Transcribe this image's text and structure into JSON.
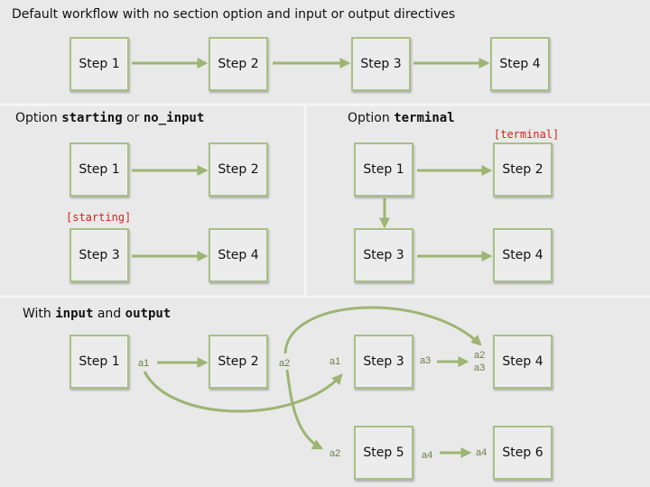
{
  "sections": {
    "default": {
      "title": "Default workflow with no section option and input or output directives"
    },
    "starting": {
      "pre": "Option ",
      "code1": "starting",
      "mid": " or ",
      "code2": "no_input",
      "tag": "[starting]"
    },
    "terminal": {
      "pre": "Option ",
      "code": "terminal",
      "tag": "[terminal]"
    },
    "io": {
      "pre": "With ",
      "code1": "input",
      "mid": " and ",
      "code2": "output"
    }
  },
  "steps": {
    "s1": "Step 1",
    "s2": "Step 2",
    "s3": "Step 3",
    "s4": "Step 4",
    "s5": "Step 5",
    "s6": "Step 6"
  },
  "vars": {
    "a1": "a1",
    "a2": "a2",
    "a3": "a3",
    "a4": "a4"
  },
  "colors": {
    "background": "#e9e9e9",
    "box_border": "#a9bf85",
    "arrow": "#9db573",
    "tag": "#d0231a",
    "variable": "#6f7e4a"
  }
}
